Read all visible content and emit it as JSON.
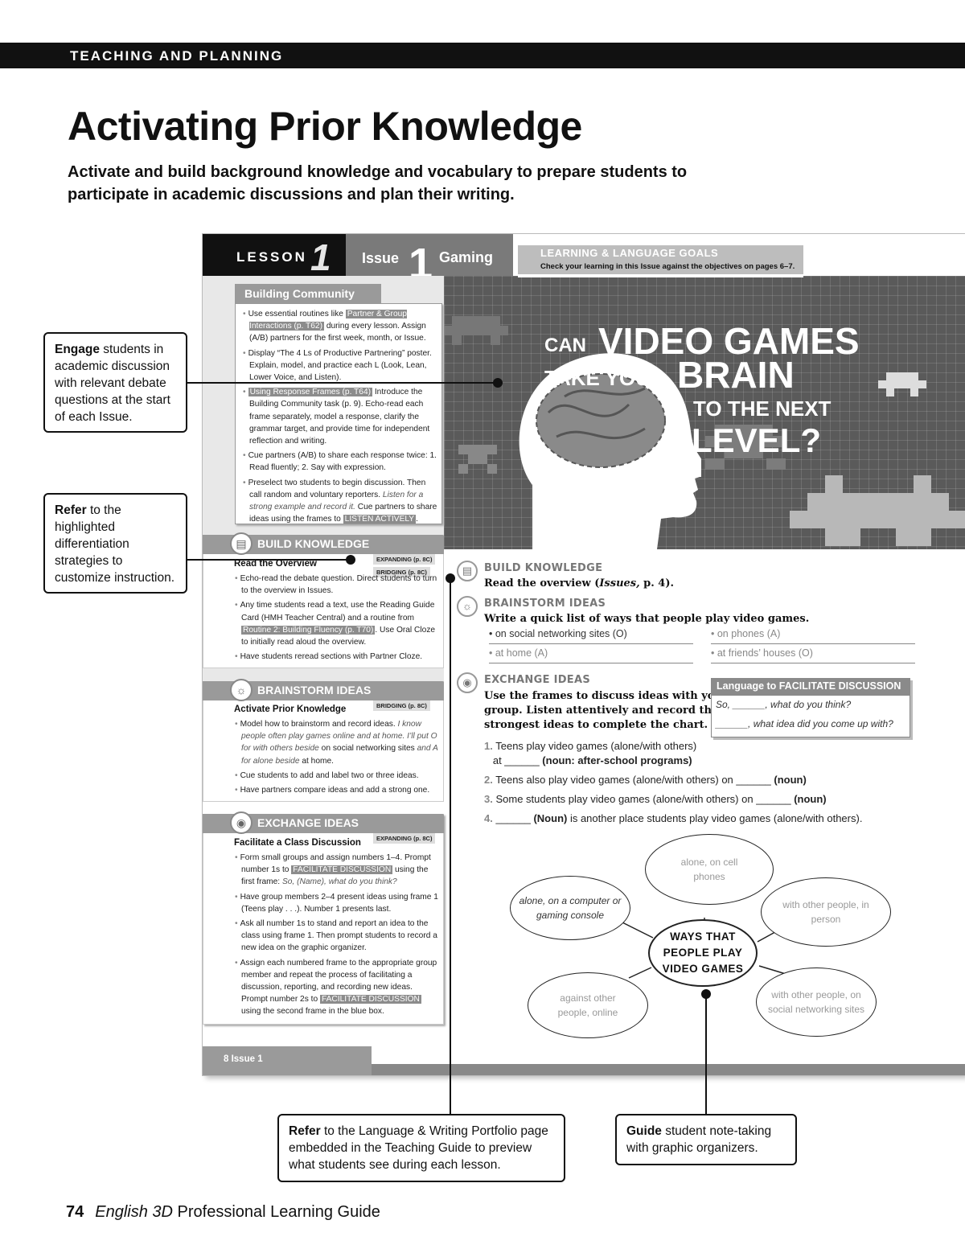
{
  "header": {
    "section": "TEACHING AND PLANNING"
  },
  "title": "Activating Prior Knowledge",
  "subtitle": "Activate and build background knowledge and vocabulary to prepare students to participate in academic discussions and plan their writing.",
  "callouts": {
    "engage_bold": "Engage",
    "engage_text": " students in academic discussion with relevant debate questions at the start of each Issue.",
    "refer1_bold": "Refer",
    "refer1_text": " to the highlighted differentiation strategies to customize instruction.",
    "refer2_bold": "Refer",
    "refer2_text": " to the Language & Writing Portfolio page embedded in the Teaching Guide to preview what students see during each lesson.",
    "guide_bold": "Guide",
    "guide_text": " student note-taking with graphic organizers."
  },
  "lesson": {
    "lesson_label": "LESSON",
    "lesson_number": "1",
    "issue_label": "Issue",
    "issue_number": "1",
    "topic": "Gaming",
    "goals_title": "LEARNING & LANGUAGE GOALS",
    "goals_text": "Check your learning in this Issue against the objectives on pages 6–7.",
    "hero_line1a": "CAN",
    "hero_line1b": "VIDEO GAMES",
    "hero_line2a": "TAKE YOUR",
    "hero_line2b": "BRAIN",
    "hero_line3": "TO THE NEXT",
    "hero_line4": "LEVEL?"
  },
  "building_community": {
    "title": "Building Community",
    "b1_pre": "Use essential routines like ",
    "b1_hl": "Partner & Group Interactions (p. T62)",
    "b1_post": " during every lesson. Assign (A/B) partners for the first week, month, or Issue.",
    "b2": "Display “The 4 Ls of Productive Partnering” poster. Explain, model, and practice each L (Look, Lean, Lower Voice, and Listen).",
    "b3_hl": "Using Response Frames (p. T64)",
    "b3_post": " Introduce the Building Community task (p. 9). Echo-read each frame separately, model a response, clarify the grammar target, and provide time for independent reflection and writing.",
    "b4": "Cue partners (A/B) to share each response twice: 1. Read fluently; 2. Say with expression.",
    "b5_pre": "Preselect two students to begin discussion. Then call random and voluntary reporters. ",
    "b5_it": "Listen for a strong example and record it.",
    "b5_mid": " Cue partners to share ideas using the frames to ",
    "b5_hl": "LISTEN ACTIVELY",
    "b5_post": "."
  },
  "build_knowledge": {
    "title": "BUILD KNOWLEDGE",
    "tag1": "EXPANDING (p. 8C)",
    "tag2": "BRIDGING (p. 8C)",
    "sub": "Read the Overview",
    "b1": "Echo-read the debate question. Direct students to turn to the overview in Issues.",
    "b2_pre": "Any time students read a text, use the Reading Guide Card (HMH Teacher Central) and a routine from ",
    "b2_hl": "Routine 2: Building Fluency (p. T70)",
    "b2_post": ". Use Oral Cloze to initially read aloud the overview.",
    "b3": "Have students reread sections with Partner Cloze."
  },
  "brainstorm": {
    "title": "BRAINSTORM IDEAS",
    "tag": "BRIDGING (p. 8C)",
    "sub": "Activate Prior Knowledge",
    "b1_pre": "Model how to brainstorm and record ideas. ",
    "b1_it": "I know people often play games online and at home. I’ll put O for with others beside",
    "b1_mid": " on social networking sites ",
    "b1_it2": "and A for alone beside",
    "b1_post": " at home.",
    "b2": "Cue students to add and label two or three ideas.",
    "b3": "Have partners compare ideas and add a strong one."
  },
  "exchange": {
    "title": "EXCHANGE IDEAS",
    "tag": "EXPANDING (p. 8C)",
    "sub": "Facilitate a Class Discussion",
    "b1_pre": "Form small groups and assign numbers 1–4. Prompt number 1s to ",
    "b1_hl": "FACILITATE DISCUSSION",
    "b1_mid": " using the first frame: ",
    "b1_it": "So, (Name), what do you think?",
    "b2": "Have group members 2–4 present ideas using frame 1 (Teens play . . .). Number 1 presents last.",
    "b3": "Ask all number 1s to stand and report an idea to the class using frame 1. Then prompt students to record a new idea on the graphic organizer.",
    "b4_pre": "Assign each numbered frame to the appropriate group member and repeat the process of facilitating a discussion, reporting, and recording new ideas. Prompt number 2s to ",
    "b4_hl": "FACILITATE DISCUSSION",
    "b4_post": " using the second frame in the blue box."
  },
  "student_page": {
    "bk_head": "BUILD KNOWLEDGE",
    "bk_pre": "Read the overview (",
    "bk_it": "Issues,",
    "bk_post": " p. 4).",
    "bi_head": "BRAINSTORM IDEAS",
    "bi_sub": "Write a quick list of ways that people play video games.",
    "list": [
      "on social networking sites (O)",
      "on phones (A)",
      "at home (A)",
      "at friends’ houses (O)"
    ],
    "ei_head": "EXCHANGE IDEAS",
    "ei_sub1": "Use the frames to discuss ideas with your",
    "ei_sub2": "group. Listen attentively and record the",
    "ei_sub3": "strongest ideas to complete the chart.",
    "fac_title": "Language to FACILITATE DISCUSSION",
    "fac_1": "So, ______, what do you think?",
    "fac_2": "______, what idea did you come up with?",
    "f1_n": "1.",
    "f1a": "Teens play video games (alone/with others)",
    "f1b": "at ______ ",
    "f1c": "(noun: after-school programs)",
    "f2_n": "2.",
    "f2": "Teens also play video games (alone/with others) on ______ ",
    "f2b": "(noun)",
    "f3_n": "3.",
    "f3": "Some students play video games (alone/with others) on ______ ",
    "f3b": "(noun)",
    "f4_n": "4.",
    "f4a": "______ ",
    "f4b": "(Noun)",
    "f4c": " is another place students play video games (alone/with others).",
    "organizer": {
      "center": "WAYS THAT PEOPLE PLAY VIDEO GAMES",
      "top": "alone, on cell phones",
      "left_top": "alone, on a computer or gaming console",
      "right_top": "with other people, in person",
      "left_bottom": "against other people, online",
      "right_bottom": "with other people, on social networking sites"
    },
    "page_label": "8  Issue 1"
  },
  "footer": {
    "page_number": "74",
    "title_italic": "English 3D",
    "title_rest": " Professional Learning Guide"
  }
}
